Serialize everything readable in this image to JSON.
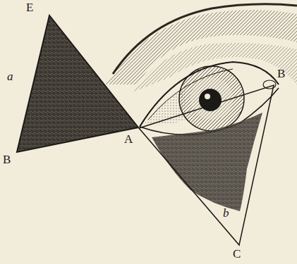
{
  "diagram": {
    "labels": [
      "E",
      "a",
      "B",
      "A",
      "B",
      "b",
      "C"
    ]
  }
}
